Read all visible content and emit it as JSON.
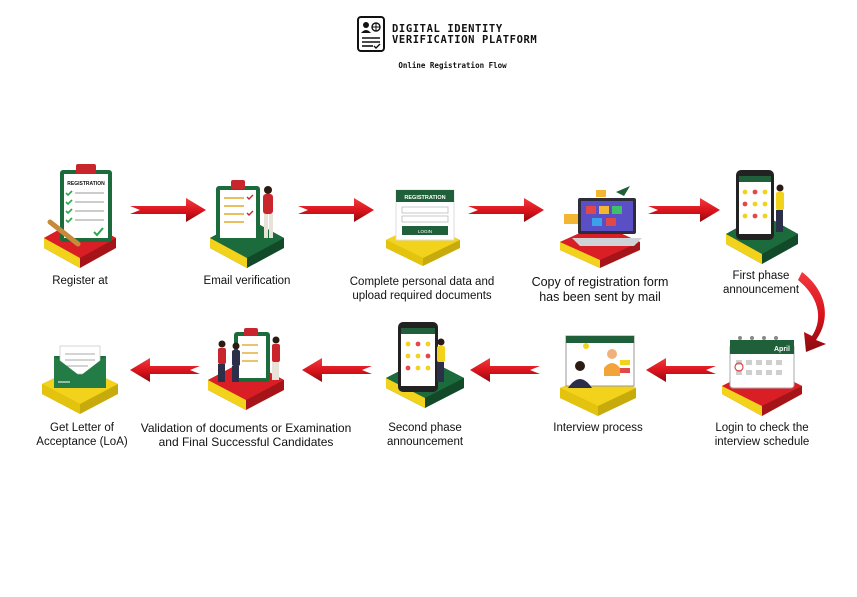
{
  "header": {
    "brand_line1": "DIGITAL IDENTITY",
    "brand_line2": "VERIFICATION PLATFORM",
    "subtitle": "Online Registration Flow"
  },
  "icon_names": [
    "id-card-icon",
    "clipboard-checklist-icon",
    "registration-form-icon",
    "laptop-mail-icon",
    "phone-schedule-icon",
    "calendar-icon",
    "video-interview-icon",
    "phone-announcement-icon",
    "team-validation-icon",
    "envelope-letter-icon"
  ],
  "steps": [
    {
      "label_1": "Register at",
      "label_2": ""
    },
    {
      "label_1": "Email verification",
      "label_2": ""
    },
    {
      "label_1": "Complete personal data and",
      "label_2": "upload required documents"
    },
    {
      "label_1": "Copy of registration form",
      "label_2": "has been sent by mail"
    },
    {
      "label_1": "First phase",
      "label_2": "announcement"
    },
    {
      "label_1": "Login to check the",
      "label_2": "interview schedule"
    },
    {
      "label_1": "Interview process",
      "label_2": ""
    },
    {
      "label_1": "Second phase",
      "label_2": "announcement"
    },
    {
      "label_1": "Validation of documents or Examination",
      "label_2": "and Final Successful Candidates"
    },
    {
      "label_1": "Get Letter of",
      "label_2": "Acceptance (LoA)"
    }
  ],
  "illustration_text": {
    "register_sheet": "REGISTRATION",
    "form_title": "REGISTRATION",
    "login_button": "LOGIN",
    "calendar_month": "April"
  },
  "colors": {
    "arrow_red": "#e0141b",
    "arrow_dark": "#7c0a0e",
    "base_red": "#d91f25",
    "base_green": "#1c6b3c",
    "base_yellow": "#f2d21a",
    "panel_green": "#1f5f3a"
  }
}
